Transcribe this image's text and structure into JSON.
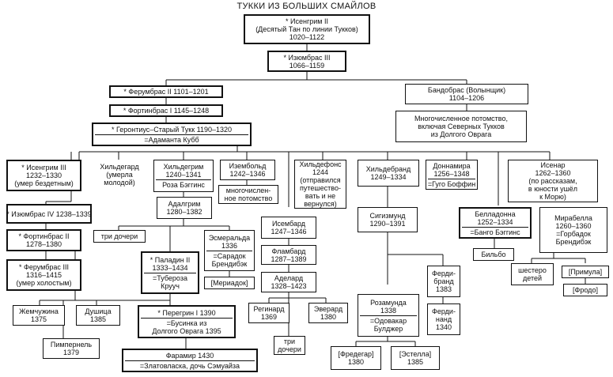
{
  "title": "ТУККИ ИЗ БОЛЬШИХ СМАЙЛОВ",
  "persons": {
    "isengrim2": {
      "lines": [
        "* Исенгрим II",
        "(Десятый Тан по линии Тукков)",
        "1020–1122"
      ]
    },
    "izumbras3": {
      "lines": [
        "* Изюмбрас III",
        "1066–1159"
      ]
    },
    "ferumbras2": {
      "lines": [
        "* Ферумбрас II   1101–1201"
      ]
    },
    "fortinbras1": {
      "lines": [
        "* Фортинбрас I   1145–1248"
      ]
    },
    "gerontius": {
      "lines": [
        "* Геронтиус–Старый Тукк   1190–1320"
      ],
      "spouse": [
        "=Адаманта Кубб"
      ]
    },
    "bandobras": {
      "lines": [
        "Бандобрас (Волынщик)",
        "1104–1206"
      ]
    },
    "bandobras_desc": {
      "lines": [
        "Многочисленное потомство,",
        "включая Северных Тукков",
        "из Долгого Оврага"
      ]
    },
    "isengrim3": {
      "lines": [
        "* Исенгрим III",
        "1232–1330",
        "(умер бездетным)"
      ]
    },
    "hildegard": {
      "lines": [
        "Хильдегард",
        "(умерла",
        "молодой)"
      ]
    },
    "hildegrim": {
      "lines": [
        "Хильдегрим",
        "1240–1341"
      ],
      "spouse": [
        "Роза Бэггинс"
      ]
    },
    "isembold": {
      "lines": [
        "Изембольд",
        "1242–1346"
      ]
    },
    "isembold_desc": {
      "lines": [
        "многочислен-",
        "ное потомство"
      ]
    },
    "hildefons": {
      "lines": [
        "Хильдефонс",
        "1244",
        "(отправился",
        "путешество-",
        "вать и не",
        "вернулся)"
      ]
    },
    "hildebrand": {
      "lines": [
        "Хильдебранд",
        "1249–1334"
      ]
    },
    "donnamira": {
      "lines": [
        "Доннамира",
        "1256–1348"
      ],
      "spouse": [
        "=Гуго Боффин"
      ]
    },
    "isenar": {
      "lines": [
        "Исенар",
        "1262–1360",
        "(по рассказам,",
        "в юности ушёл",
        "к Морю)"
      ]
    },
    "izumbras4": {
      "lines": [
        "* Изюмбрас IV  1238–1339"
      ]
    },
    "fortinbras2": {
      "lines": [
        "* Фортинбрас II",
        "1278–1380"
      ]
    },
    "ferumbras3": {
      "lines": [
        "* Ферумбрас III",
        "1316–1415",
        "(умер холостым)"
      ]
    },
    "adalgrim": {
      "lines": [
        "Адалгрим",
        "1280–1382"
      ]
    },
    "three_daughters_1": {
      "lines": [
        "три дочери"
      ]
    },
    "paladin2": {
      "lines": [
        "* Паладин II",
        "1333–1434"
      ],
      "spouse": [
        "=Туберозa",
        "Крууч"
      ]
    },
    "esmeralda": {
      "lines": [
        "Эсмеральда",
        "1336"
      ],
      "spouse": [
        "=Сарадок",
        "Брендибэк"
      ]
    },
    "meriadoc": {
      "lines": [
        "[Мериадок]"
      ]
    },
    "isembard": {
      "lines": [
        "Исембард",
        "1247–1346"
      ]
    },
    "flambard": {
      "lines": [
        "Фламбард",
        "1287–1389"
      ]
    },
    "adelard": {
      "lines": [
        "Аделард",
        "1328–1423"
      ]
    },
    "reginard": {
      "lines": [
        "Регинард",
        "1369"
      ]
    },
    "everard": {
      "lines": [
        "Эверард",
        "1380"
      ]
    },
    "three_daughters_2": {
      "lines": [
        "три",
        "дочери"
      ]
    },
    "sigismund": {
      "lines": [
        "Сигизмунд",
        "1290–1391"
      ]
    },
    "belladonna": {
      "lines": [
        "Белладонна",
        "1252–1334"
      ],
      "spouse": [
        "=Банго Бэггинс"
      ]
    },
    "bilbo": {
      "lines": [
        "Бильбо"
      ]
    },
    "mirabella": {
      "lines": [
        "Мирабелла",
        "1260–1360",
        "=Горбадок",
        "Брендибэк"
      ]
    },
    "six_children": {
      "lines": [
        "шестеро",
        "детей"
      ]
    },
    "primula": {
      "lines": [
        "[Примула]"
      ]
    },
    "frodo": {
      "lines": [
        "[Фродо]"
      ]
    },
    "ferdibrand": {
      "lines": [
        "Ферди-",
        "бранд",
        "1383"
      ]
    },
    "ferdinand": {
      "lines": [
        "Ферди-",
        "нанд",
        "1340"
      ]
    },
    "rosamunda": {
      "lines": [
        "Розамунда",
        "1338"
      ],
      "spouse": [
        "=Одовакар",
        "Булджер"
      ]
    },
    "fredegar": {
      "lines": [
        "[Фредегар]",
        "1380"
      ]
    },
    "estella": {
      "lines": [
        "[Эстелла]",
        "1385"
      ]
    },
    "pearl": {
      "lines": [
        "Жемчужина",
        "1375"
      ]
    },
    "pimpernel": {
      "lines": [
        "Пимпернель",
        "1379"
      ]
    },
    "mentha": {
      "lines": [
        "Душица",
        "1385"
      ]
    },
    "peregrin1": {
      "lines": [
        "* Перегрин I   1390"
      ],
      "spouse": [
        "=Бусинка из",
        "Долгого Оврага 1395"
      ]
    },
    "faramir": {
      "lines": [
        "Фарамир   1430"
      ],
      "spouse": [
        "=Златовласка, дочь Сэмуайза"
      ]
    }
  }
}
